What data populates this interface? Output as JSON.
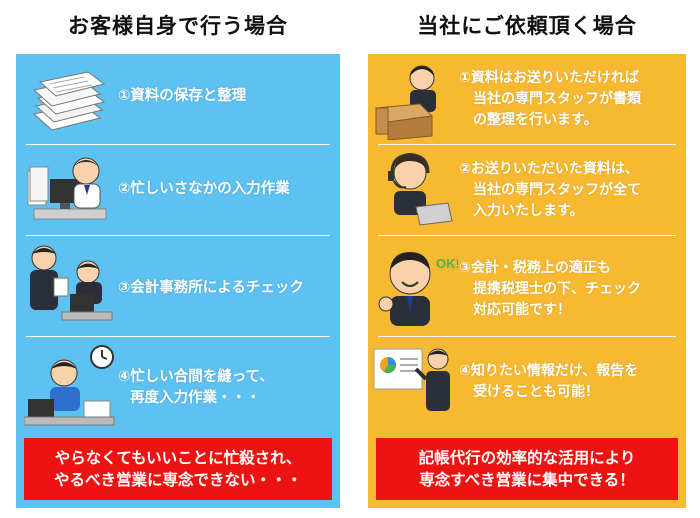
{
  "left": {
    "title": "お客様自身で行う場合",
    "items": [
      {
        "text": "①資料の保存と整理"
      },
      {
        "text": "②忙しいさなかの入力作業"
      },
      {
        "text": "③会計事務所によるチェック"
      },
      {
        "lines": [
          "④忙しい合間を縫って、",
          "再度入力作業・・・"
        ]
      }
    ],
    "banner": [
      "やらなくてもいいことに忙殺され、",
      "やるべき営業に専念できない・・・"
    ]
  },
  "right": {
    "title": "当社にご依頼頂く場合",
    "items": [
      {
        "lines": [
          "①資料はお送りいただければ",
          "当社の専門スタッフが書類",
          "の整理を行います。"
        ]
      },
      {
        "lines": [
          "②お送りいただいた資料は、",
          "当社の専門スタッフが全て",
          "入力いたします。"
        ]
      },
      {
        "lines": [
          "③会計・税務上の適正も",
          "提携税理士の下、チェック",
          "対応可能です！"
        ]
      },
      {
        "lines": [
          "④知りたい情報だけ、報告を",
          "受けることも可能！"
        ]
      }
    ],
    "banner": [
      "記帳代行の効率的な活用により",
      "専念すべき営業に集中できる！"
    ],
    "ok_label": "OK!"
  },
  "colors": {
    "left_panel": "#5dc1f2",
    "right_panel": "#f8b932",
    "banner": "#ee1313"
  }
}
